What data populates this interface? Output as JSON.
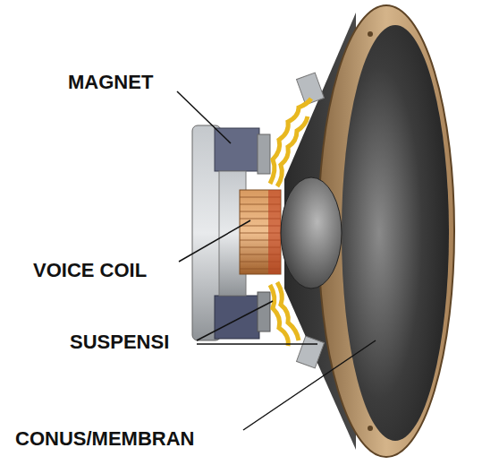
{
  "diagram": {
    "labels": [
      "MAGNET",
      "VOICE COIL",
      "SUSPENSI",
      "CONUS/MEMBRAN"
    ]
  }
}
